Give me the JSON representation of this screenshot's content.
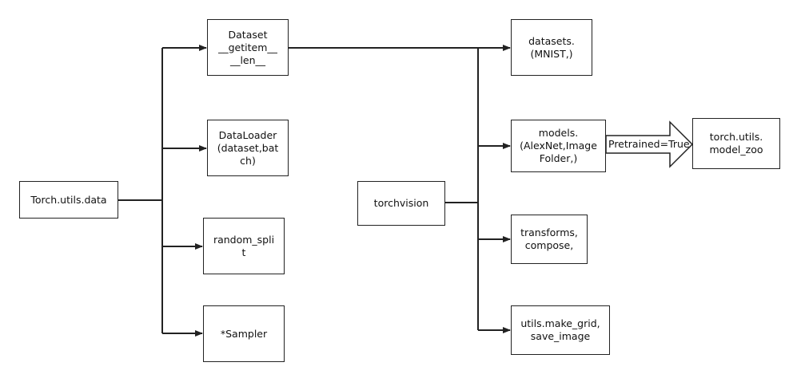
{
  "nodes": {
    "torch_utils_data": "Torch.utils.data",
    "dataset": "Dataset\n__getitem__\n__len__",
    "dataloader": "DataLoader\n(dataset,bat\nch)",
    "random_split": "random_spli\nt",
    "sampler": "*Sampler",
    "torchvision": "torchvision",
    "datasets": "datasets.\n(MNIST,)",
    "models": "models.\n(AlexNet,Image\nFolder,)",
    "transforms": "transforms,\ncompose,",
    "utils": "utils.make_grid,\nsave_image",
    "model_zoo": "torch.utils.\nmodel_zoo"
  },
  "edge_labels": {
    "pretrained": "Pretrained=True"
  },
  "colors": {
    "line": "#222222",
    "box_border": "#222222",
    "background": "#ffffff"
  }
}
